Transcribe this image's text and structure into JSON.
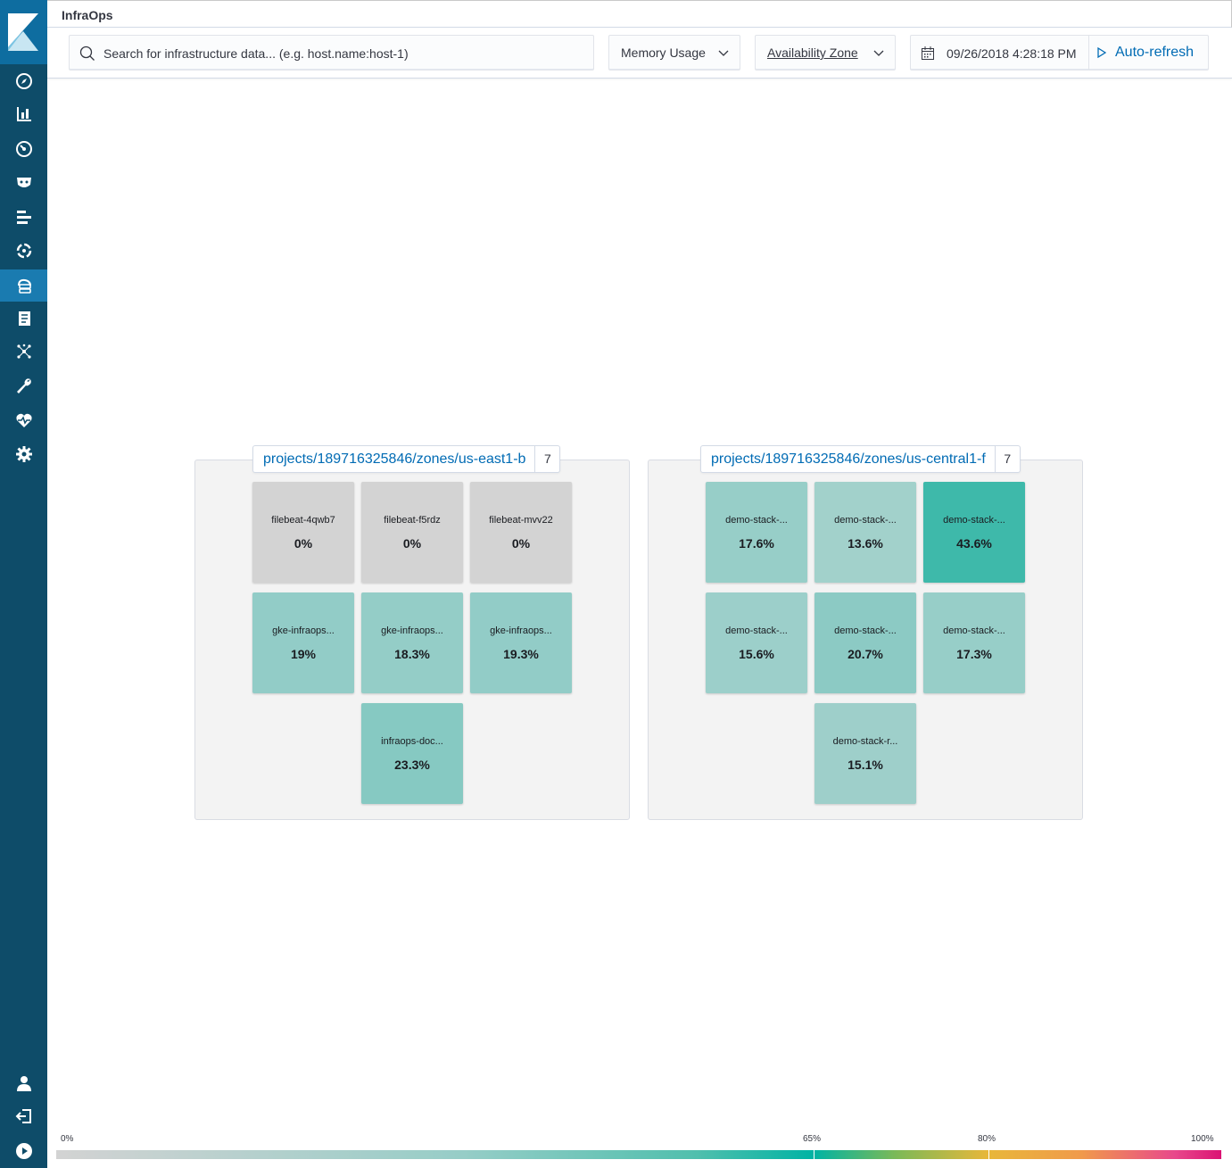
{
  "app": {
    "title": "InfraOps"
  },
  "toolbar": {
    "search_placeholder": "Search for infrastructure data... (e.g. host.name:host-1)",
    "metric_label": "Memory Usage",
    "group_by_label": "Availability Zone",
    "date_text": "09/26/2018 4:28:18 PM",
    "auto_refresh_label": "Auto-refresh"
  },
  "sidebar": {
    "items": [
      {
        "icon": "compass-icon"
      },
      {
        "icon": "bar-chart-icon"
      },
      {
        "icon": "dashboard-icon"
      },
      {
        "icon": "timelion-icon"
      },
      {
        "icon": "apm-icon"
      },
      {
        "icon": "ml-icon"
      },
      {
        "icon": "infrastructure-icon",
        "active": true
      },
      {
        "icon": "logs-icon"
      },
      {
        "icon": "graph-icon"
      },
      {
        "icon": "wrench-icon"
      },
      {
        "icon": "monitoring-icon"
      },
      {
        "icon": "gear-icon"
      }
    ],
    "bottom": [
      {
        "icon": "user-icon"
      },
      {
        "icon": "logout-icon"
      },
      {
        "icon": "collapse-icon"
      }
    ]
  },
  "groups": [
    {
      "name": "projects/189716325846/zones/us-east1-b",
      "count": "7",
      "nodes": [
        {
          "label": "filebeat-4qwb7",
          "value": "0%",
          "color": "#d3d3d3"
        },
        {
          "label": "filebeat-f5rdz",
          "value": "0%",
          "color": "#d3d3d3"
        },
        {
          "label": "filebeat-mvv22",
          "value": "0%",
          "color": "#d3d3d3"
        },
        {
          "label": "gke-infraops...",
          "value": "19%",
          "color": "#92ccc7"
        },
        {
          "label": "gke-infraops...",
          "value": "18.3%",
          "color": "#94cdc7"
        },
        {
          "label": "gke-infraops...",
          "value": "19.3%",
          "color": "#92ccc7"
        },
        {
          "label": "infraops-doc...",
          "value": "23.3%",
          "color": "#86c9c2"
        }
      ]
    },
    {
      "name": "projects/189716325846/zones/us-central1-f",
      "count": "7",
      "nodes": [
        {
          "label": "demo-stack-...",
          "value": "17.6%",
          "color": "#97cec8"
        },
        {
          "label": "demo-stack-...",
          "value": "13.6%",
          "color": "#a2d1cb"
        },
        {
          "label": "demo-stack-...",
          "value": "43.6%",
          "color": "#3eb9aa"
        },
        {
          "label": "demo-stack-...",
          "value": "15.6%",
          "color": "#9ccfca"
        },
        {
          "label": "demo-stack-...",
          "value": "20.7%",
          "color": "#8ccac4"
        },
        {
          "label": "demo-stack-...",
          "value": "17.3%",
          "color": "#97cec8"
        },
        {
          "label": "demo-stack-r...",
          "value": "15.1%",
          "color": "#9ecfca"
        }
      ]
    }
  ],
  "legend": {
    "ticks": [
      "0%",
      "65%",
      "80%",
      "100%"
    ]
  },
  "colors": {
    "sidebar_bg": "#0e4c69",
    "accent": "#006bb4",
    "empty_node": "#d3d3d3"
  }
}
